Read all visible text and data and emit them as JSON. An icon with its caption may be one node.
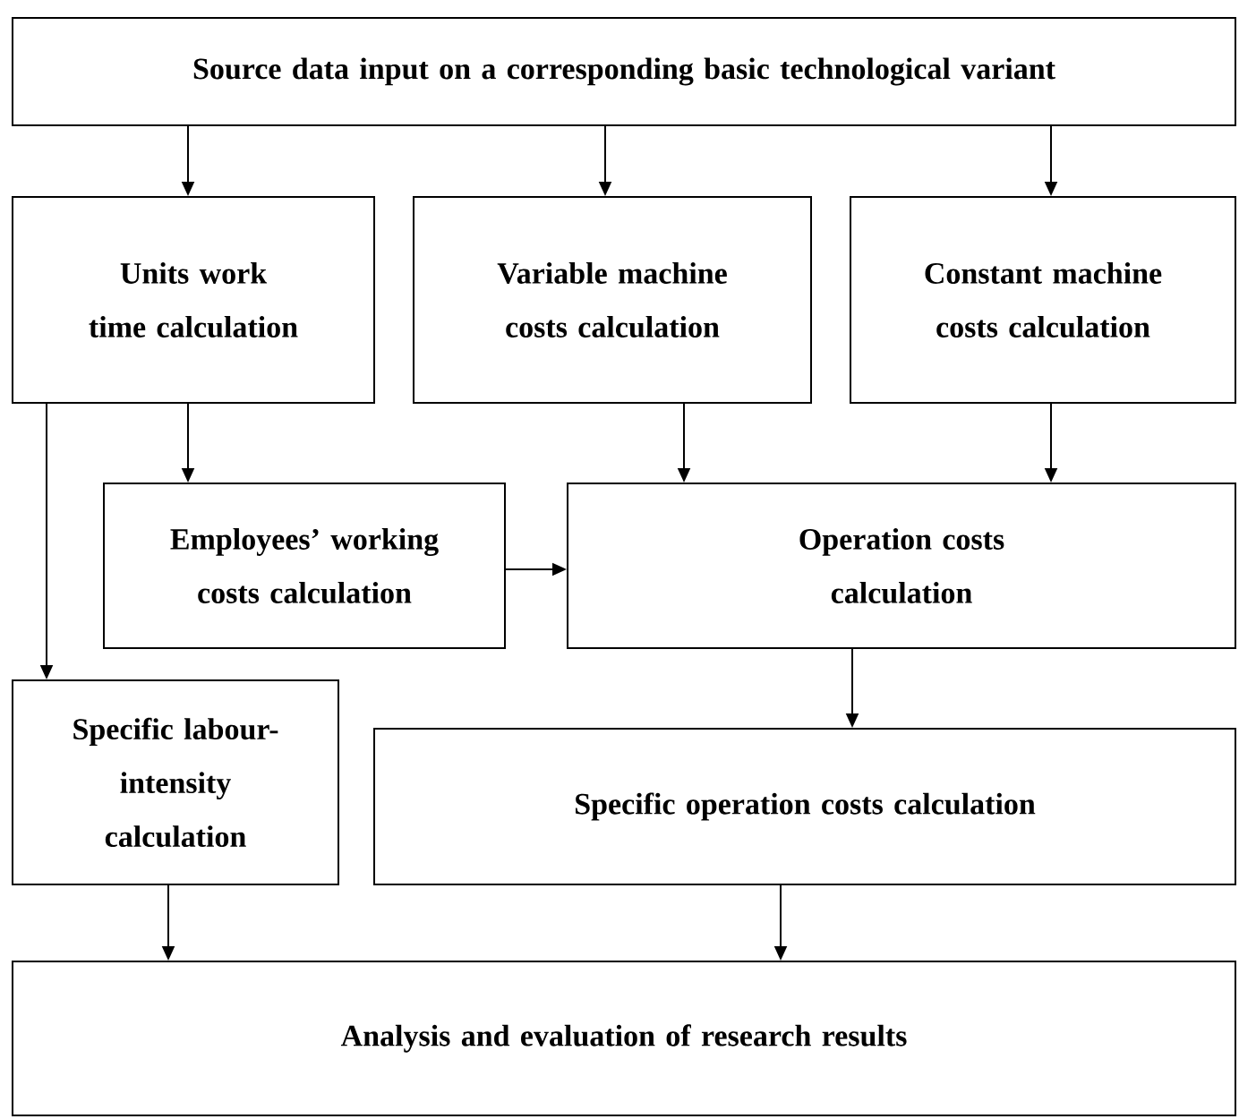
{
  "diagram": {
    "nodes": [
      {
        "text": [
          "Source data input on a corresponding basic technological variant"
        ]
      },
      {
        "text": [
          "Units work time calculation"
        ]
      },
      {
        "text": [
          "Variable machine costs calculation"
        ]
      },
      {
        "text": [
          "Constant machine costs calculation"
        ]
      },
      {
        "text": [
          "Employees’ working costs calculation"
        ]
      },
      {
        "text": [
          "Operation costs calculation"
        ]
      },
      {
        "text": [
          "Specific labour-intensity calculation"
        ]
      },
      {
        "text": [
          "Specific operation costs calculation"
        ]
      },
      {
        "text": [
          "Analysis and evaluation of research results"
        ]
      }
    ],
    "edges": [
      {
        "from": 0,
        "to": 1,
        "arrow": "to"
      },
      {
        "from": 0,
        "to": 2,
        "arrow": "to"
      },
      {
        "from": 0,
        "to": 3,
        "arrow": "to"
      },
      {
        "from": 1,
        "to": 4,
        "arrow": "to"
      },
      {
        "from": 1,
        "to": 6,
        "arrow": "to"
      },
      {
        "from": 2,
        "to": 5,
        "arrow": "to"
      },
      {
        "from": 3,
        "to": 5,
        "arrow": "to"
      },
      {
        "from": 4,
        "to": 5,
        "arrow": "to"
      },
      {
        "from": 5,
        "to": 7,
        "arrow": "to"
      },
      {
        "from": 6,
        "to": 8,
        "arrow": "to"
      },
      {
        "from": 7,
        "to": 8,
        "arrow": "to"
      }
    ]
  }
}
